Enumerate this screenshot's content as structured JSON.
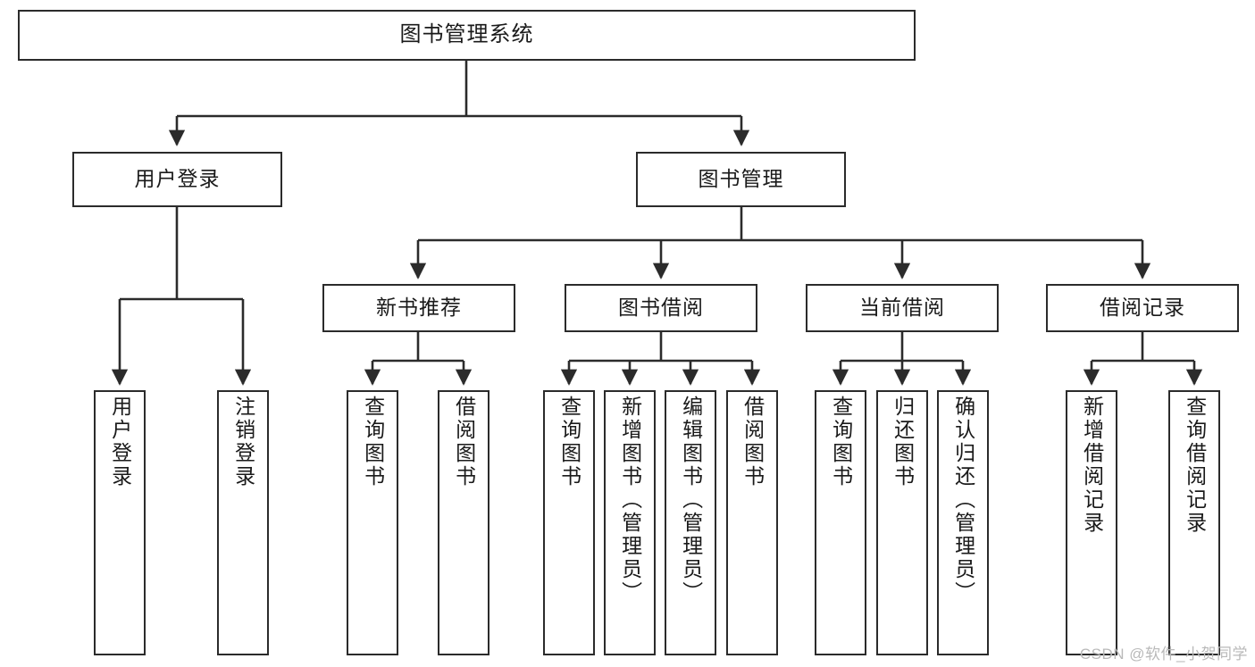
{
  "diagram": {
    "title": "图书管理系统",
    "type": "tree-hierarchy",
    "watermark": "CSDN @软件_小贺同学",
    "colors": {
      "box_border": "#2b2b2b",
      "box_fill": "#ffffff",
      "connector": "#2b2b2b",
      "text": "#1a1a1a",
      "watermark": "#b9b9b9",
      "background": "#ffffff"
    },
    "levels": {
      "root": {
        "label": "图书管理系统"
      },
      "level2": [
        {
          "id": "user-login",
          "label": "用户登录"
        },
        {
          "id": "book-management",
          "label": "图书管理"
        }
      ],
      "level3": [
        {
          "id": "new-book-recommend",
          "label": "新书推荐",
          "parent": "book-management"
        },
        {
          "id": "book-borrow",
          "label": "图书借阅",
          "parent": "book-management"
        },
        {
          "id": "current-borrow",
          "label": "当前借阅",
          "parent": "book-management"
        },
        {
          "id": "borrow-record",
          "label": "借阅记录",
          "parent": "book-management"
        }
      ],
      "leaves": {
        "user_login": [
          {
            "id": "leaf-user-login",
            "label": "用户登录"
          },
          {
            "id": "leaf-logout-login",
            "label": "注销登录"
          }
        ],
        "new_book_recommend": [
          {
            "id": "leaf-query-book-1",
            "label": "查询图书"
          },
          {
            "id": "leaf-borrow-book-1",
            "label": "借阅图书"
          }
        ],
        "book_borrow": [
          {
            "id": "leaf-query-book-2",
            "label": "查询图书"
          },
          {
            "id": "leaf-add-book",
            "label": "新增图书（管理员）"
          },
          {
            "id": "leaf-edit-book",
            "label": "编辑图书（管理员）"
          },
          {
            "id": "leaf-borrow-book-2",
            "label": "借阅图书"
          }
        ],
        "current_borrow": [
          {
            "id": "leaf-query-book-3",
            "label": "查询图书"
          },
          {
            "id": "leaf-return-book",
            "label": "归还图书"
          },
          {
            "id": "leaf-confirm-return",
            "label": "确认归还（管理员）"
          }
        ],
        "borrow_record": [
          {
            "id": "leaf-add-record",
            "label": "新增借阅记录"
          },
          {
            "id": "leaf-query-record",
            "label": "查询借阅记录"
          }
        ]
      }
    }
  }
}
